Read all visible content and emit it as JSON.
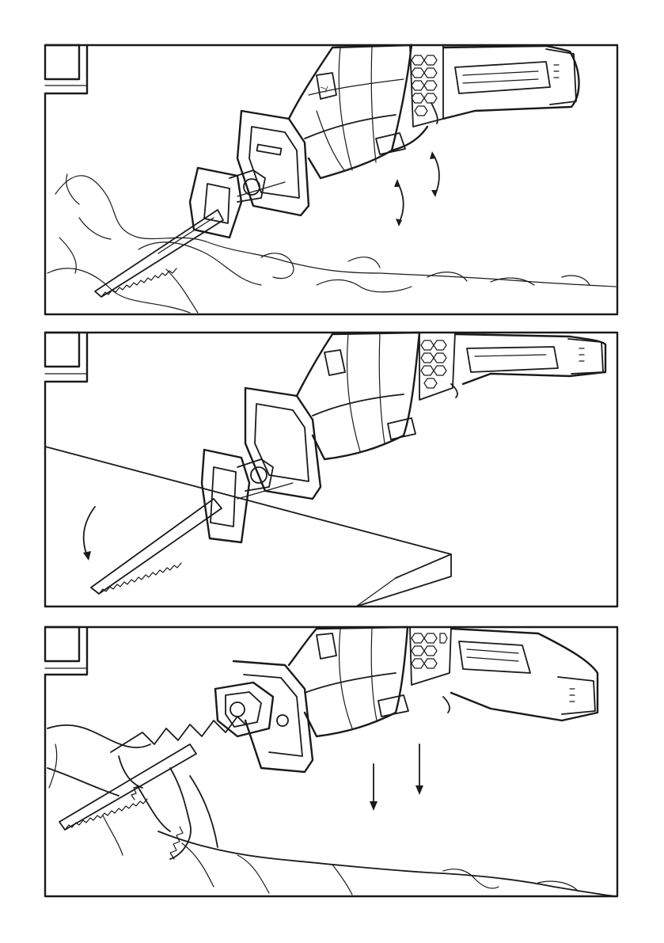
{
  "page": {
    "description": "",
    "figures": [
      {
        "id": 1,
        "label": ""
      },
      {
        "id": 2,
        "label": ""
      },
      {
        "id": 3,
        "label": ""
      }
    ],
    "colors": {
      "ink": "#1a1a1a",
      "paper": "#ffffff"
    },
    "icons": [
      "reciprocating-saw-icon",
      "saw-blade-icon",
      "rotation-arrow-icon",
      "down-arrow-icon",
      "hand-grip-icon"
    ]
  }
}
